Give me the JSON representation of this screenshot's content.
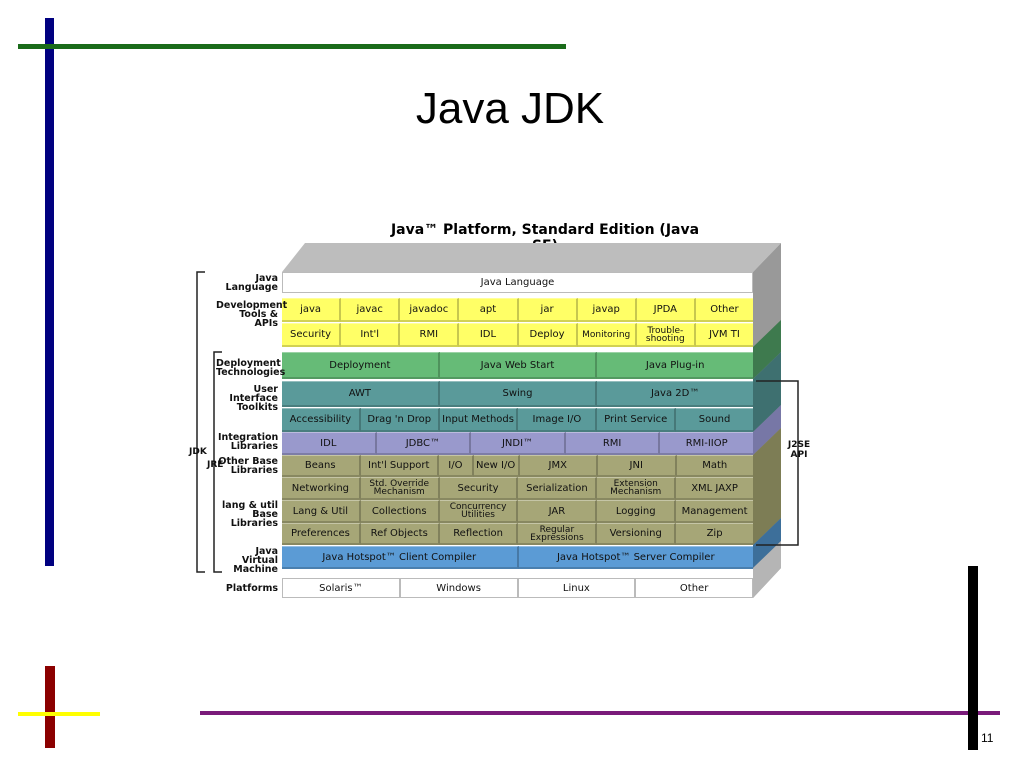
{
  "slide": {
    "title": "Java JDK",
    "page_number": "11"
  },
  "diagram": {
    "heading": "Java™ Platform, Standard Edition (Java SE)",
    "brackets": {
      "jdk": "JDK",
      "jre": "JRE",
      "j2se_api": "J2SE API"
    },
    "layers": [
      {
        "label": "Java Language",
        "color": "#ffffff",
        "rows": [
          [
            "Java Language"
          ]
        ]
      },
      {
        "label": "Development Tools & APIs",
        "color": "#ffff66",
        "rows": [
          [
            "java",
            "javac",
            "javadoc",
            "apt",
            "jar",
            "javap",
            "JPDA",
            "Other"
          ],
          [
            "Security",
            "Int'l",
            "RMI",
            "IDL",
            "Deploy",
            "Monitoring",
            "Trouble-shooting",
            "JVM TI"
          ]
        ]
      },
      {
        "label": "Deployment Technologies",
        "color": "#66bb77",
        "rows": [
          [
            "Deployment",
            "Java Web Start",
            "Java Plug-in"
          ]
        ]
      },
      {
        "label": "User Interface Toolkits",
        "color": "#5a9a9a",
        "rows": [
          [
            "AWT",
            "Swing",
            "Java 2D™"
          ],
          [
            "Accessibility",
            "Drag 'n Drop",
            "Input Methods",
            "Image I/O",
            "Print Service",
            "Sound"
          ]
        ]
      },
      {
        "label": "Integration Libraries",
        "color": "#9999cc",
        "rows": [
          [
            "IDL",
            "JDBC™",
            "JNDI™",
            "RMI",
            "RMI-IIOP"
          ]
        ]
      },
      {
        "label": "Other Base Libraries",
        "color": "#a6a677",
        "rows": [
          [
            "Beans",
            "Int'l Support",
            "I/O",
            "New I/O",
            "JMX",
            "JNI",
            "Math"
          ],
          [
            "Networking",
            "Std. Override Mechanism",
            "Security",
            "Serialization",
            "Extension Mechanism",
            "XML JAXP"
          ]
        ]
      },
      {
        "label": "lang & util Base Libraries",
        "color": "#a6a677",
        "rows": [
          [
            "Lang & Util",
            "Collections",
            "Concurrency Utilities",
            "JAR",
            "Logging",
            "Management"
          ],
          [
            "Preferences",
            "Ref Objects",
            "Reflection",
            "Regular Expressions",
            "Versioning",
            "Zip"
          ]
        ]
      },
      {
        "label": "Java Virtual Machine",
        "color": "#5b9bd5",
        "rows": [
          [
            "Java Hotspot™ Client Compiler",
            "Java Hotspot™ Server Compiler"
          ]
        ]
      },
      {
        "label": "Platforms",
        "color": "#ffffff",
        "rows": [
          [
            "Solaris™",
            "Windows",
            "Linux",
            "Other"
          ]
        ]
      }
    ]
  },
  "colors": {
    "blue_bar": "#000080",
    "green_bar": "#1a6b1a",
    "red_bar": "#8b0000",
    "yellow_bar": "#ffff00",
    "purple_bar": "#7a1a7a",
    "black_bar": "#000000"
  }
}
